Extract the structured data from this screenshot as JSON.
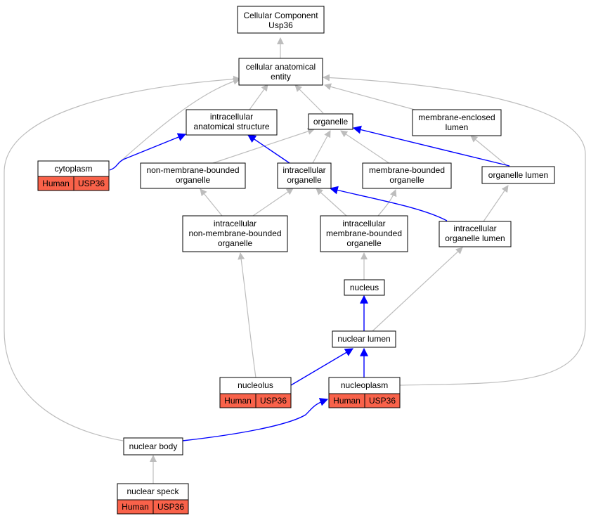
{
  "colors": {
    "gray_edge": "#bdbdbd",
    "blue_edge": "#0000ff",
    "annotation_fill": "#f9624a"
  },
  "nodes": {
    "root": [
      "Cellular Component",
      "Usp36"
    ],
    "cae": [
      "cellular anatomical",
      "entity"
    ],
    "ias": [
      "intracellular",
      "anatomical structure"
    ],
    "org": [
      "organelle"
    ],
    "mel": [
      "membrane-enclosed",
      "lumen"
    ],
    "cyto": [
      "cytoplasm"
    ],
    "nmbo": [
      "non-membrane-bounded",
      "organelle"
    ],
    "io": [
      "intracellular",
      "organelle"
    ],
    "mbo": [
      "membrane-bounded",
      "organelle"
    ],
    "ol": [
      "organelle lumen"
    ],
    "inmbo": [
      "intracellular",
      "non-membrane-bounded",
      "organelle"
    ],
    "imbo": [
      "intracellular",
      "membrane-bounded",
      "organelle"
    ],
    "iol": [
      "intracellular",
      "organelle lumen"
    ],
    "nuc": [
      "nucleus"
    ],
    "nl": [
      "nuclear lumen"
    ],
    "nucleolus": [
      "nucleolus"
    ],
    "np": [
      "nucleoplasm"
    ],
    "nb": [
      "nuclear body"
    ],
    "ns": [
      "nuclear speck"
    ]
  },
  "annotations": {
    "cyto": [
      "Human",
      "USP36"
    ],
    "nucleolus": [
      "Human",
      "USP36"
    ],
    "np": [
      "Human",
      "USP36"
    ],
    "ns": [
      "Human",
      "USP36"
    ]
  }
}
